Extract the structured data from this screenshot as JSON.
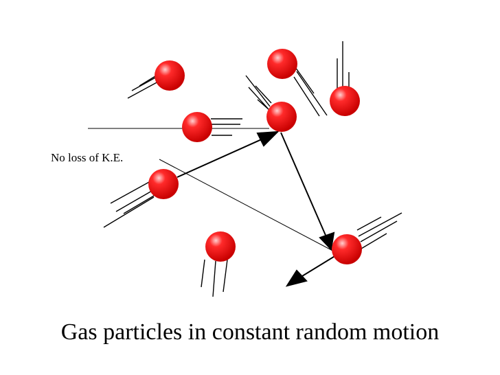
{
  "annotation": {
    "text": "No loss of K.E."
  },
  "caption": {
    "text": "Gas particles in constant random motion"
  },
  "colors": {
    "particle": "#ff0000",
    "particle_highlight": "#ffffff",
    "line": "#000000"
  },
  "particles": [
    {
      "name": "particle-1"
    },
    {
      "name": "particle-2"
    },
    {
      "name": "particle-3"
    },
    {
      "name": "particle-4"
    },
    {
      "name": "particle-5"
    },
    {
      "name": "particle-6"
    },
    {
      "name": "particle-7"
    },
    {
      "name": "particle-8"
    }
  ]
}
